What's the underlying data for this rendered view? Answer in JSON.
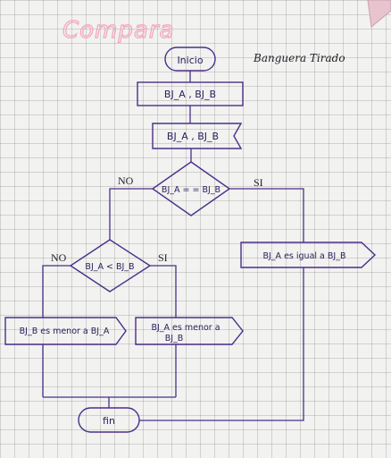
{
  "title": "Compara",
  "author": "Banguera Tirado",
  "start": "Inicio",
  "end": "fin",
  "declare": "BJ_A , BJ_B",
  "input": "BJ_A , BJ_B",
  "cond1": "BJ_A = = BJ_B",
  "cond2": "BJ_A < BJ_B",
  "yes1": "SI",
  "no1": "NO",
  "yes2": "SI",
  "no2": "NO",
  "out_equal": "BJ_A es igual a BJ_B",
  "out_less": "BJ_A es menor a",
  "out_less_2": "BJ_B",
  "out_greater": "BJ_B es menor a BJ_A"
}
